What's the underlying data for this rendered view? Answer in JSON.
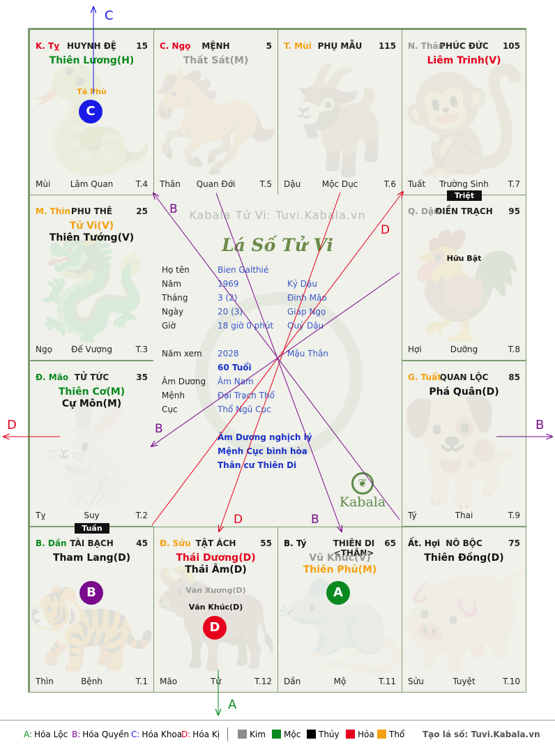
{
  "palaces": [
    {
      "id": "ty",
      "can": "K. Tỵ",
      "can_color": "#e6001e",
      "name": "HUYNH ĐỆ",
      "number": "15",
      "stars": [
        {
          "text": "Thiên Lương(H)",
          "color": "#0a8a1e",
          "size": "major"
        }
      ],
      "minor": [
        {
          "text": "Tả Phù",
          "color": "#f5a011"
        }
      ],
      "foot": [
        "Mùi",
        "Lâm Quan",
        "T.4"
      ],
      "animal": "🐍"
    },
    {
      "id": "ngo",
      "can": "C. Ngọ",
      "can_color": "#e6001e",
      "name": "MỆNH",
      "number": "5",
      "stars": [
        {
          "text": "Thất Sát(M)",
          "color": "#9a9a9a",
          "size": "major"
        }
      ],
      "minor": [],
      "foot": [
        "Thân",
        "Quan Đới",
        "T.5"
      ],
      "animal": "🐎"
    },
    {
      "id": "mui",
      "can": "T. Mùi",
      "can_color": "#f5a011",
      "name": "PHỤ MẪU",
      "number": "115",
      "stars": [],
      "minor": [],
      "foot": [
        "Dậu",
        "Mộc Dục",
        "T.6"
      ],
      "animal": "🐐"
    },
    {
      "id": "than",
      "can": "N. Thân",
      "can_color": "#9a9a9a",
      "name": "PHÚC ĐỨC",
      "number": "105",
      "stars": [
        {
          "text": "Liêm Trinh(V)",
          "color": "#e6001e",
          "size": "major"
        }
      ],
      "minor": [],
      "foot": [
        "Tuất",
        "Trường Sinh",
        "T.7"
      ],
      "animal": "🐒"
    },
    {
      "id": "thin",
      "can": "M. Thìn",
      "can_color": "#f5a011",
      "name": "PHU THÊ",
      "number": "25",
      "stars": [
        {
          "text": "Tử Vi(V)",
          "color": "#f5a011",
          "size": "major"
        },
        {
          "text": "Thiên Tướng(V)",
          "color": "#111111",
          "size": "major"
        }
      ],
      "minor": [],
      "foot": [
        "Ngọ",
        "Đế Vượng",
        "T.3"
      ],
      "animal": "🐉"
    },
    {
      "id": "dau",
      "can": "Q. Dậu",
      "can_color": "#9a9a9a",
      "name": "ĐIỀN TRẠCH",
      "number": "95",
      "stars": [],
      "minor": [
        {
          "text": "Hữu Bật",
          "color": "#111111"
        }
      ],
      "foot": [
        "Hợi",
        "Dưỡng",
        "T.8"
      ],
      "animal": "🐓"
    },
    {
      "id": "mao",
      "can": "Đ. Mão",
      "can_color": "#0a8a1e",
      "name": "TỬ TỨC",
      "number": "35",
      "stars": [
        {
          "text": "Thiên Cơ(M)",
          "color": "#0a8a1e",
          "size": "major"
        },
        {
          "text": "Cự Môn(M)",
          "color": "#111111",
          "size": "major"
        }
      ],
      "minor": [],
      "foot": [
        "Tỵ",
        "Suy",
        "T.2"
      ],
      "animal": "🐇"
    },
    {
      "id": "tuat",
      "can": "G. Tuất",
      "can_color": "#f5a011",
      "name": "QUAN LỘC",
      "number": "85",
      "stars": [
        {
          "text": "Phá Quân(D)",
          "color": "#111111",
          "size": "major"
        }
      ],
      "minor": [],
      "foot": [
        "Tý",
        "Thai",
        "T.9"
      ],
      "animal": "🐕"
    },
    {
      "id": "dan",
      "can": "B. Dần",
      "can_color": "#0a8a1e",
      "name": "TÀI BẠCH",
      "number": "45",
      "stars": [
        {
          "text": "Tham Lang(D)",
          "color": "#111111",
          "size": "major"
        }
      ],
      "minor": [],
      "foot": [
        "Thìn",
        "Bệnh",
        "T.1"
      ],
      "animal": "🐅"
    },
    {
      "id": "suu",
      "can": "Đ. Sửu",
      "can_color": "#f5a011",
      "name": "TẬT ÁCH",
      "number": "55",
      "stars": [
        {
          "text": "Thái Dương(D)",
          "color": "#e6001e",
          "size": "major"
        },
        {
          "text": "Thái Âm(D)",
          "color": "#111111",
          "size": "major"
        }
      ],
      "minor": [
        {
          "text": "Văn Xương(D)",
          "color": "#9a9a9a"
        },
        {
          "text": "Văn Khúc(D)",
          "color": "#111111"
        }
      ],
      "foot": [
        "Mão",
        "Tử",
        "T.12"
      ],
      "animal": "🐂"
    },
    {
      "id": "tyrat",
      "can": "B. Tý",
      "can_color": "#111111",
      "name": "THIÊN DI <THÂN>",
      "number": "65",
      "stars": [
        {
          "text": "Vũ Khúc(V)",
          "color": "#9a9a9a",
          "size": "major"
        },
        {
          "text": "Thiên Phủ(M)",
          "color": "#f5a011",
          "size": "major"
        }
      ],
      "minor": [],
      "foot": [
        "Dần",
        "Mộ",
        "T.11"
      ],
      "animal": "🐀"
    },
    {
      "id": "hoi",
      "can": "Ất. Hợi",
      "can_color": "#111111",
      "name": "NÔ BỘC",
      "number": "75",
      "stars": [
        {
          "text": "Thiên Đồng(D)",
          "color": "#111111",
          "size": "major"
        }
      ],
      "minor": [],
      "foot": [
        "Sửu",
        "Tuyệt",
        "T.10"
      ],
      "animal": "🐖"
    }
  ],
  "badges": {
    "triet": "Triệt",
    "tuan": "Tuần"
  },
  "circles": {
    "c": "C",
    "b": "B",
    "d": "D",
    "a": "A"
  },
  "arrows": {
    "top": "C",
    "bottom": "A",
    "left": "D",
    "right": "B"
  },
  "line_labels": {
    "b1": "B",
    "b2": "B",
    "b3": "B",
    "d1": "D",
    "d2": "D"
  },
  "center": {
    "watermark": "Kabala Tử Vi: Tuvi.Kabala.vn",
    "script_title": "Lá Số Tử Vi",
    "kabala_logo": "Kabala",
    "rows": [
      {
        "label": "Họ tên",
        "v1": "Bien Galthié",
        "v2": ""
      },
      {
        "label": "Năm",
        "v1": "1969",
        "v2": "Kỷ Dậu"
      },
      {
        "label": "Tháng",
        "v1": "3  (2)",
        "v2": "Đinh Mão"
      },
      {
        "label": "Ngày",
        "v1": "20  (3)",
        "v2": "Giáp Ngọ"
      },
      {
        "label": "Giờ",
        "v1": "18 giờ 0 phút",
        "v2": "Quý Dậu"
      },
      {
        "label": "Năm xem",
        "v1": "2028",
        "v2": "Mậu Thân"
      },
      {
        "label": "",
        "v1": "60 Tuổi",
        "v2": ""
      },
      {
        "label": "Âm Dương",
        "v1": "Âm Nam",
        "v2": ""
      },
      {
        "label": "Mệnh",
        "v1": "Đại Trạch Thổ",
        "v2": ""
      },
      {
        "label": "Cục",
        "v1": "Thổ Ngũ Cục",
        "v2": ""
      }
    ],
    "notes": [
      "Âm Dương nghịch lý",
      "Mệnh Cục bình hòa",
      "Thân cư Thiên Di"
    ]
  },
  "legend": {
    "hoa": [
      {
        "key": "A:",
        "text": "Hóa Lộc",
        "color": "#0a8a1e"
      },
      {
        "key": "B:",
        "text": "Hóa Quyền",
        "color": "#7a0a8c"
      },
      {
        "key": "C:",
        "text": "Hóa Khoa",
        "color": "#1a1ae6"
      },
      {
        "key": "D:",
        "text": "Hóa Kị",
        "color": "#e6001e"
      }
    ],
    "elements": [
      {
        "name": "Kim",
        "color": "#8c8c8c"
      },
      {
        "name": "Mộc",
        "color": "#0a8a1e"
      },
      {
        "name": "Thủy",
        "color": "#000000"
      },
      {
        "name": "Hỏa",
        "color": "#e6001e"
      },
      {
        "name": "Thổ",
        "color": "#f5a011"
      }
    ],
    "site": "Tạo lá số: Tuvi.Kabala.vn"
  }
}
